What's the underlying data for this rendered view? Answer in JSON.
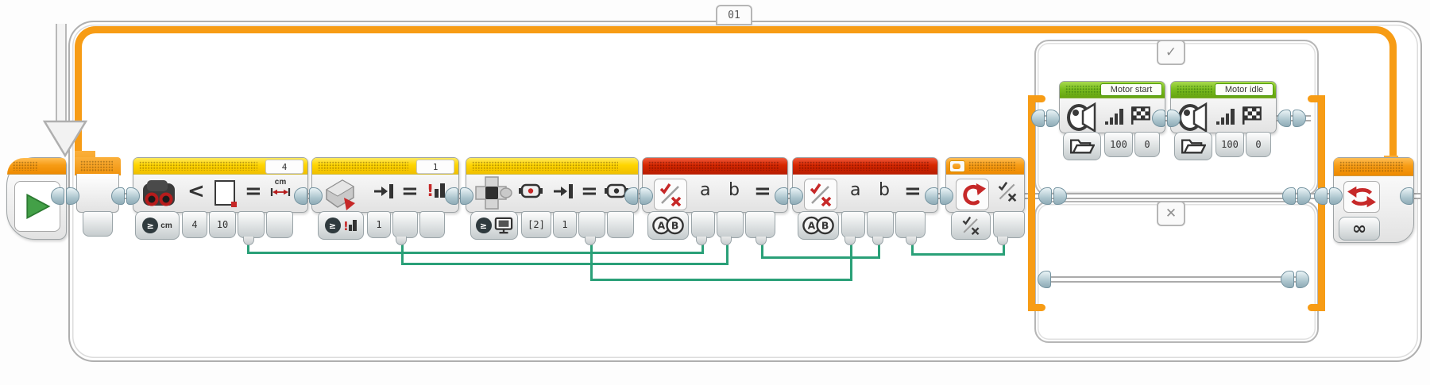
{
  "loop": {
    "label": "01",
    "mode_infinity": "∞"
  },
  "ultrasonic": {
    "port": "4",
    "op_lt": "<",
    "op_eq": "=",
    "unit": "cm",
    "mode_unit": "cm",
    "in_compare": "4",
    "in_threshold": "10"
  },
  "touch": {
    "port": "1",
    "op_eq": "=",
    "in_state": "1"
  },
  "brick": {
    "op_eq": "=",
    "in_button": "[2]",
    "in_state": "1"
  },
  "logic1": {
    "var_a": "a",
    "var_b": "b",
    "op": "="
  },
  "logic2": {
    "var_a": "a",
    "var_b": "b",
    "op": "="
  },
  "switch": {
    "true_tab": "✓",
    "false_tab": "✕"
  },
  "sound_start": {
    "name": "Motor start",
    "volume": "100",
    "play_type": "0"
  },
  "sound_idle": {
    "name": "Motor idle",
    "volume": "100",
    "play_type": "0"
  }
}
